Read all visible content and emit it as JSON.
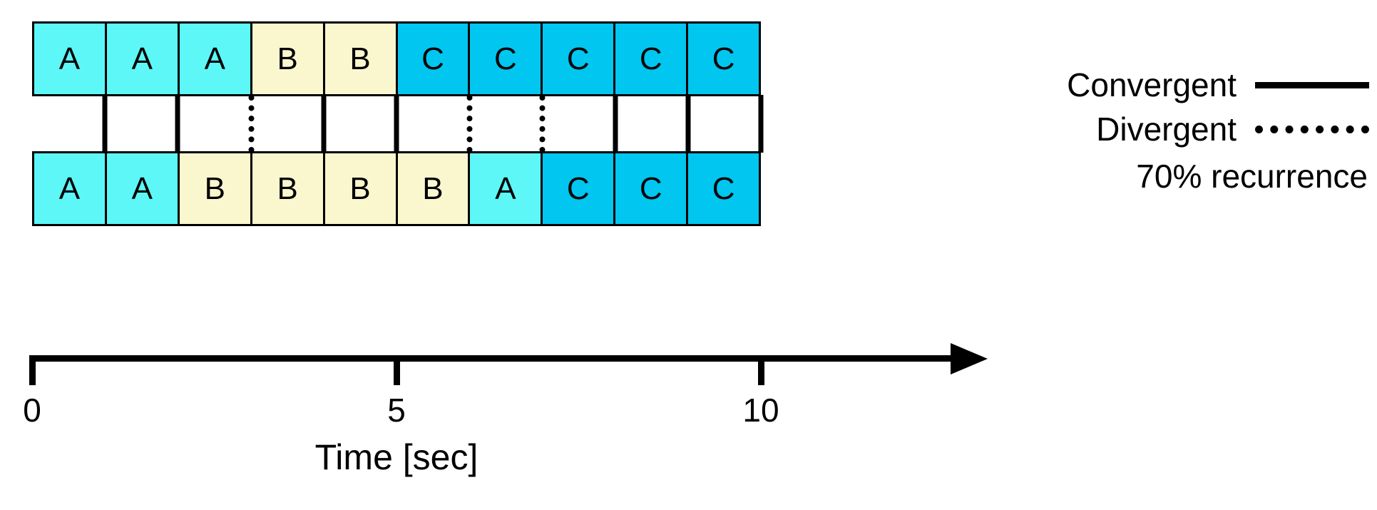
{
  "chart_data": {
    "type": "diagram",
    "title": "",
    "xlabel": "Time [sec]",
    "ylabel": "",
    "xlim": [
      0,
      10
    ],
    "grid": false,
    "legend_position": "right",
    "axis": {
      "label": "Time [sec]",
      "ticks": [
        {
          "value": "0",
          "position": 0
        },
        {
          "value": "5",
          "position": 5
        },
        {
          "value": "10",
          "position": 10
        }
      ],
      "arrow": true
    },
    "sequences": [
      {
        "name": "top",
        "cells": [
          {
            "label": "A",
            "state": "A"
          },
          {
            "label": "A",
            "state": "A"
          },
          {
            "label": "A",
            "state": "A"
          },
          {
            "label": "B",
            "state": "B"
          },
          {
            "label": "B",
            "state": "B"
          },
          {
            "label": "C",
            "state": "C"
          },
          {
            "label": "C",
            "state": "C"
          },
          {
            "label": "C",
            "state": "C"
          },
          {
            "label": "C",
            "state": "C"
          },
          {
            "label": "C",
            "state": "C"
          }
        ]
      },
      {
        "name": "bottom",
        "cells": [
          {
            "label": "A",
            "state": "A"
          },
          {
            "label": "A",
            "state": "A"
          },
          {
            "label": "B",
            "state": "B"
          },
          {
            "label": "B",
            "state": "B"
          },
          {
            "label": "B",
            "state": "B"
          },
          {
            "label": "B",
            "state": "B"
          },
          {
            "label": "A",
            "state": "A"
          },
          {
            "label": "C",
            "state": "C"
          },
          {
            "label": "C",
            "state": "C"
          },
          {
            "label": "C",
            "state": "C"
          }
        ]
      }
    ],
    "connectors": [
      {
        "index": 1,
        "type": "convergent"
      },
      {
        "index": 2,
        "type": "convergent"
      },
      {
        "index": 3,
        "type": "divergent"
      },
      {
        "index": 4,
        "type": "convergent"
      },
      {
        "index": 5,
        "type": "convergent"
      },
      {
        "index": 6,
        "type": "divergent"
      },
      {
        "index": 7,
        "type": "divergent"
      },
      {
        "index": 8,
        "type": "convergent"
      },
      {
        "index": 9,
        "type": "convergent"
      },
      {
        "index": 10,
        "type": "convergent"
      }
    ],
    "legend_entries": [
      {
        "label": "Convergent",
        "style": "solid"
      },
      {
        "label": "Divergent",
        "style": "dotted"
      }
    ],
    "annotations": [
      {
        "text": "70% recurrence"
      }
    ],
    "colors": {
      "state_A": "#5DF7F7",
      "state_B": "#FAF7CF",
      "state_C": "#00C6F0",
      "stroke": "#000000",
      "background": "#FFFFFF"
    }
  },
  "legend": {
    "convergent_label": "Convergent",
    "divergent_label": "Divergent",
    "recurrence_note": "70% recurrence"
  },
  "axis": {
    "title": "Time [sec]",
    "tick_0": "0",
    "tick_5": "5",
    "tick_10": "10"
  }
}
